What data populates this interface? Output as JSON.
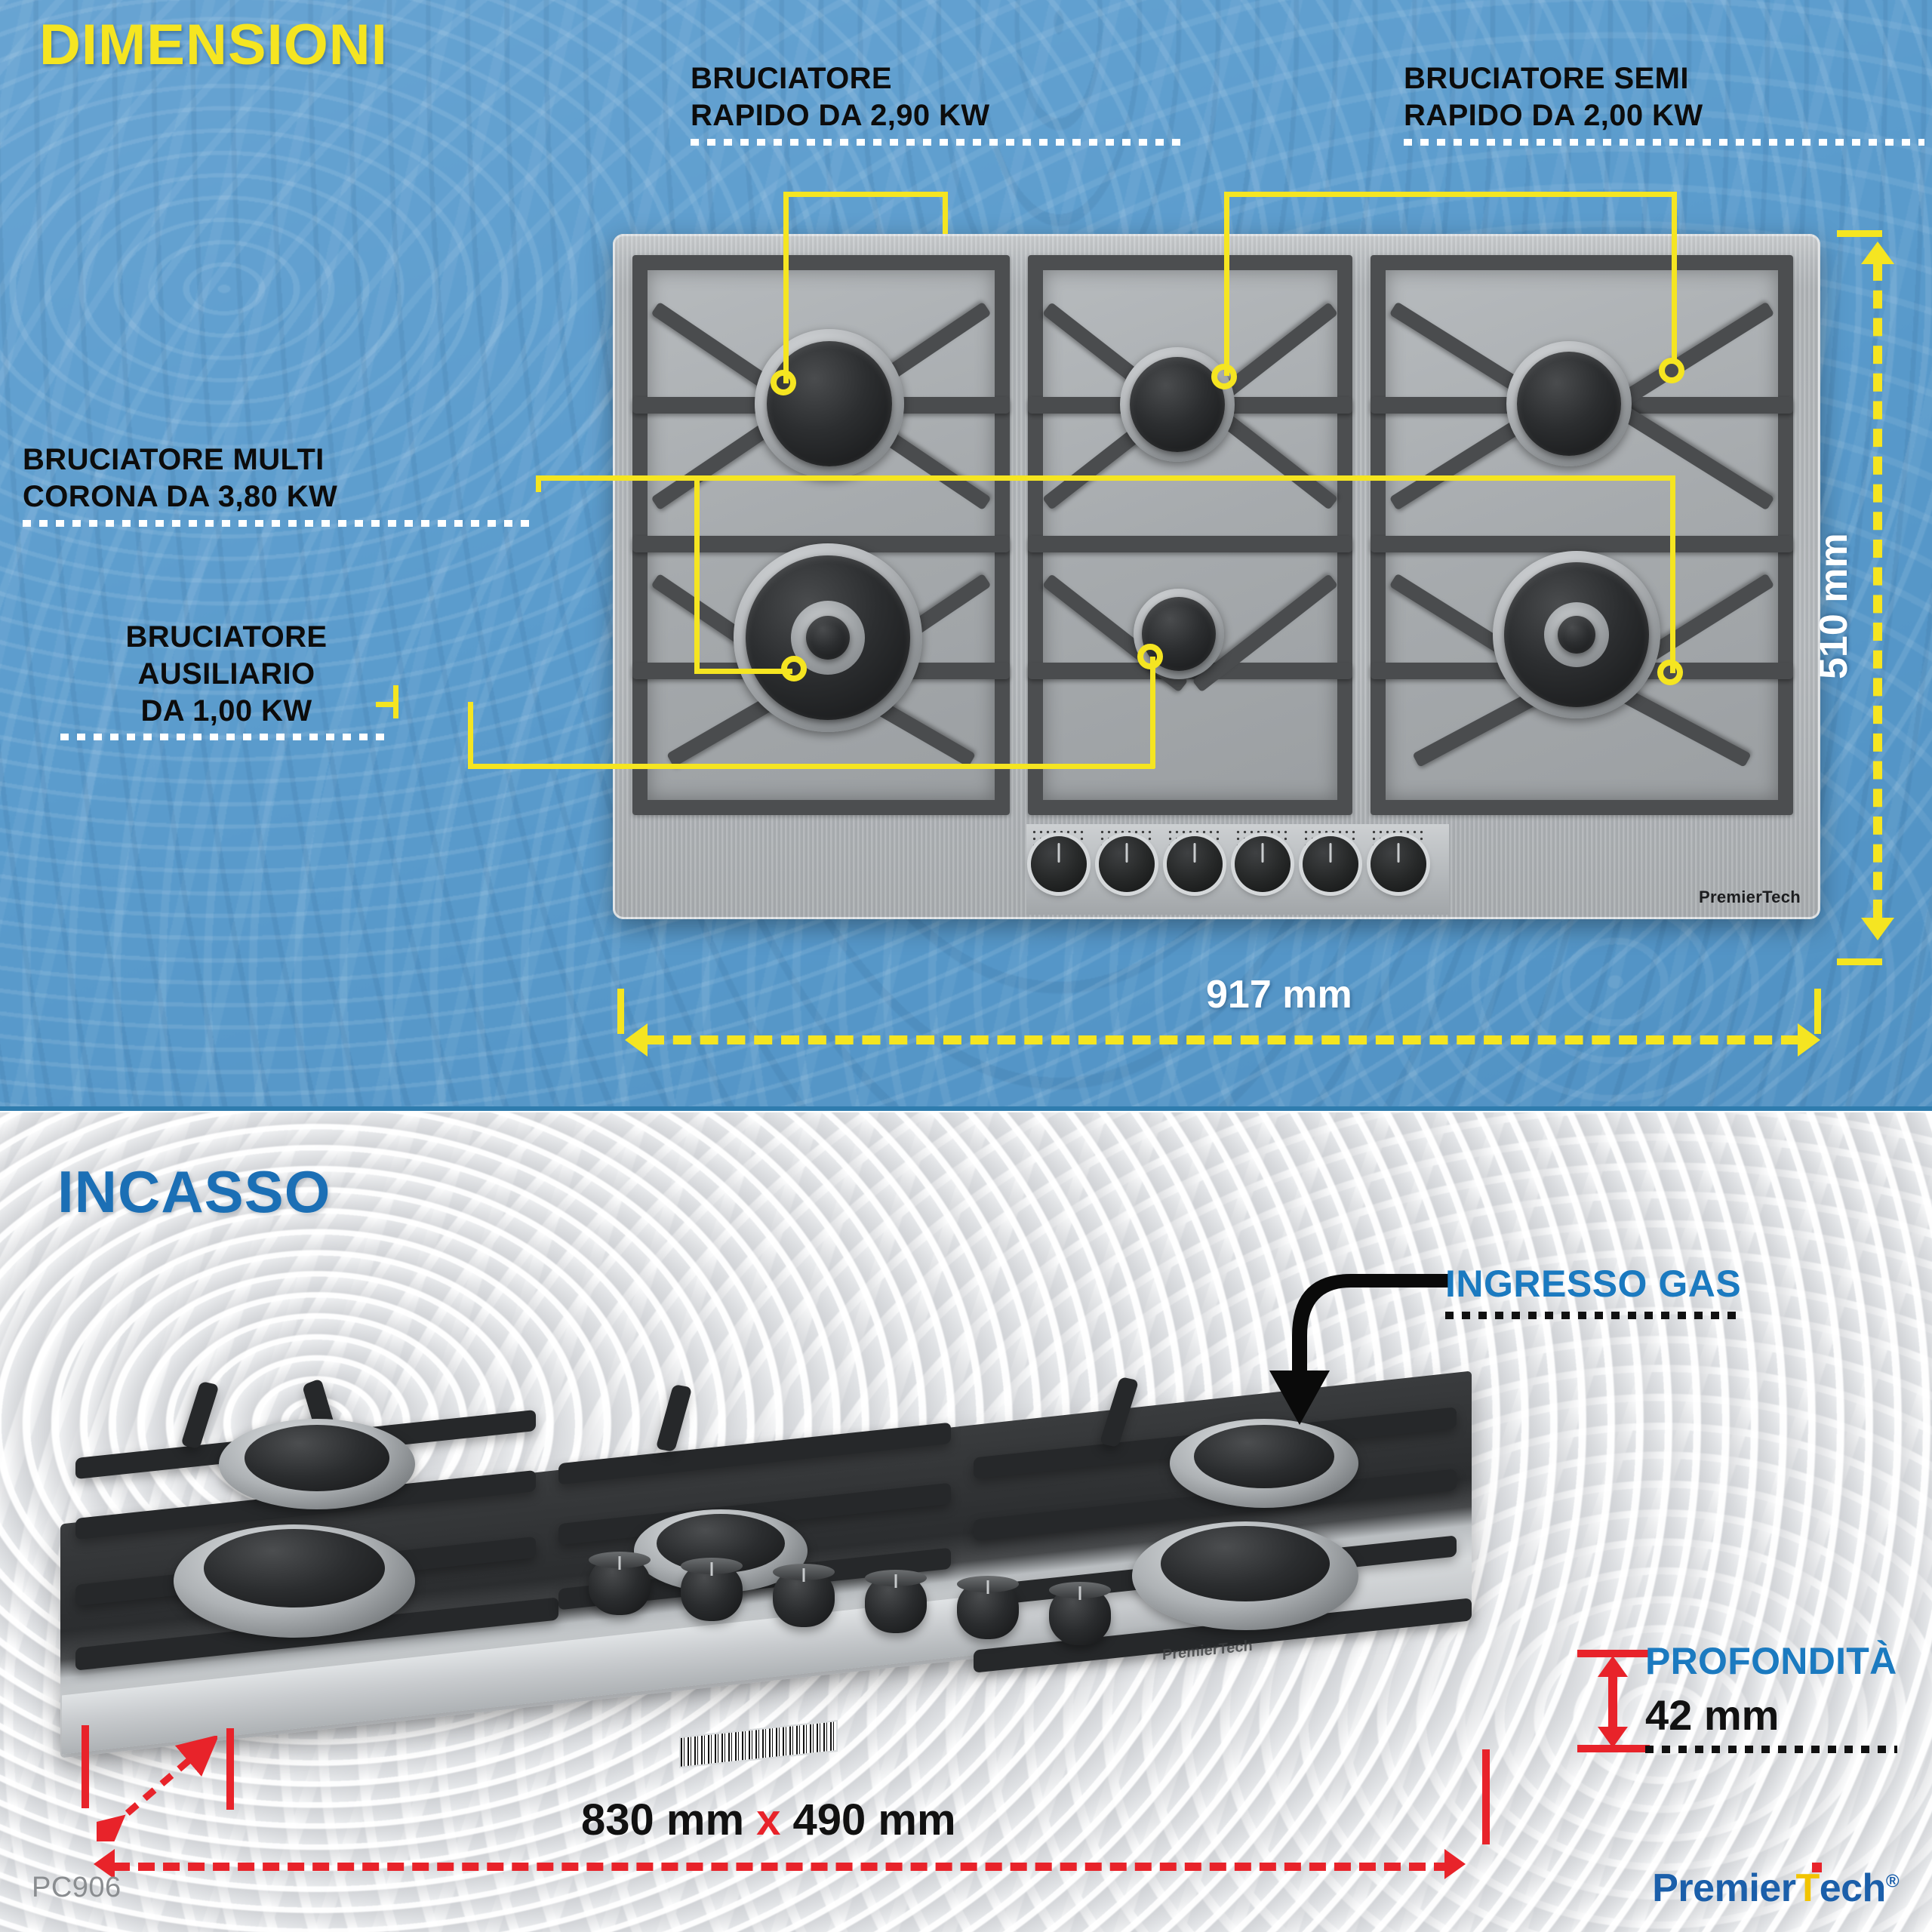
{
  "top_section": {
    "heading": "DIMENSIONI",
    "background_color": "#5b9ccd",
    "heading_color": "#f5e521",
    "callouts": [
      {
        "id": "rapido",
        "line1": "BRUCIATORE",
        "line2": "RAPIDO DA 2,90 KW"
      },
      {
        "id": "semi",
        "line1": "BRUCIATORE SEMI",
        "line2": "RAPIDO DA 2,00 KW"
      },
      {
        "id": "multi",
        "line1": "BRUCIATORE MULTI",
        "line2": "CORONA DA 3,80 KW"
      },
      {
        "id": "aux",
        "line1": "BRUCIATORE",
        "line2": "AUSILIARIO",
        "line3": "DA 1,00 KW"
      }
    ],
    "dimensions": {
      "width_label": "917 mm",
      "height_label": "510 mm",
      "arrow_color": "#f5e521",
      "text_color": "#ffffff"
    },
    "product_brand": "PremierTech"
  },
  "bottom_section": {
    "heading": "INCASSO",
    "heading_color": "#1b6fb5",
    "gas_inlet_label": "INGRESSO GAS",
    "gas_inlet_color": "#1b7ac0",
    "depth_label": "PROFONDITÀ",
    "depth_value": "42 mm",
    "cutout_width": "830 mm",
    "cutout_separator": "x",
    "cutout_height": "490 mm",
    "accent_color": "#e8232a"
  },
  "footer": {
    "model_code": "PC906",
    "brand_prefix": "Premier",
    "brand_t": "T",
    "brand_suffix": "ech",
    "brand_registered": "®",
    "brand_color": "#1b5faa",
    "brand_accent": "#f2c400"
  },
  "burners": {
    "count": 6,
    "powers_kw": [
      2.9,
      2.0,
      3.8,
      1.0
    ],
    "knob_count": 6
  }
}
